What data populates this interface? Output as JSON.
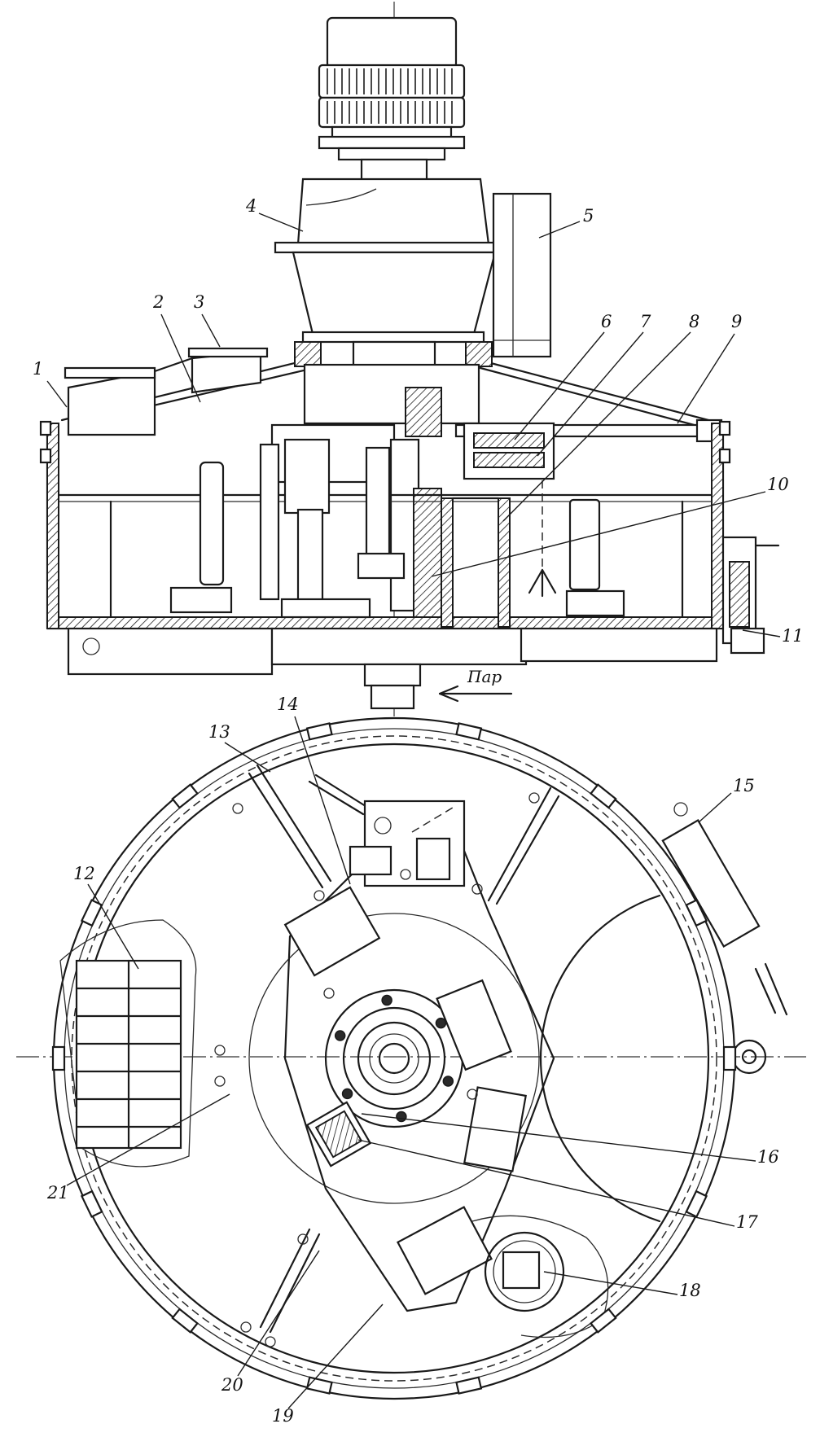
{
  "labels": {
    "l1": "1",
    "l2": "2",
    "l3": "3",
    "l4": "4",
    "l5": "5",
    "l6": "6",
    "l7": "7",
    "l8": "8",
    "l9": "9",
    "l10": "10",
    "l11": "11",
    "l12": "12",
    "l13": "13",
    "l14": "14",
    "l15": "15",
    "l16": "16",
    "l17": "17",
    "l18": "18",
    "l19": "19",
    "l20": "20",
    "l21": "21"
  },
  "steam_label": "Пар"
}
